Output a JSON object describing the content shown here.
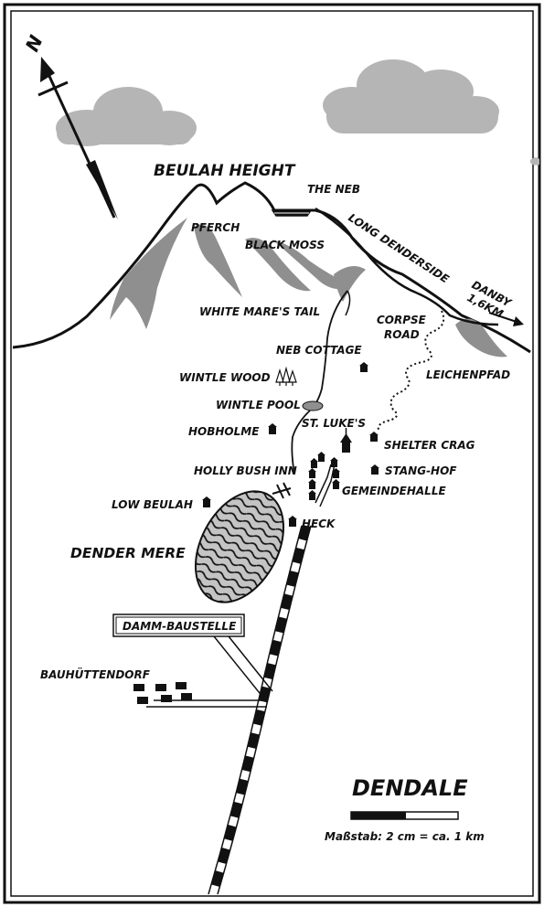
{
  "map": {
    "title": "DENDALE",
    "scale_text": "Maßstab: 2 cm = ca. 1 km",
    "north_label": "N",
    "colors": {
      "ink": "#111111",
      "paper": "#ffffff",
      "cloud": "#b5b5b5",
      "rock": "#8f8f8f",
      "lake": "#c4c4c4"
    },
    "labels": {
      "beulah_height": "BEULAH HEIGHT",
      "the_neb": "THE NEB",
      "pferch": "PFERCH",
      "black_moss": "BLACK MOSS",
      "long_denderside": "LONG DENDERSIDE",
      "danby": "DANBY",
      "danby_dist": "1,6KM",
      "white_mares_tail": "WHITE MARE'S TAIL",
      "corpse": "CORPSE",
      "road": "ROAD",
      "neb_cottage": "NEB COTTAGE",
      "leichenpfad": "LEICHENPFAD",
      "wintle_wood": "WINTLE WOOD",
      "wintle_pool": "WINTLE POOL",
      "st_lukes": "ST. LUKE'S",
      "hobholme": "HOBHOLME",
      "shelter_crag": "SHELTER CRAG",
      "holly_bush_inn": "HOLLY BUSH INN",
      "stang_hof": "STANG-HOF",
      "gemeindehalle": "GEMEINDEHALLE",
      "low_beulah": "LOW BEULAH",
      "heck": "HECK",
      "dender_mere": "DENDER MERE",
      "damm_baustelle": "DAMM-BAUSTELLE",
      "bauhuettendorf": "BAUHÜTTENDORF"
    }
  }
}
